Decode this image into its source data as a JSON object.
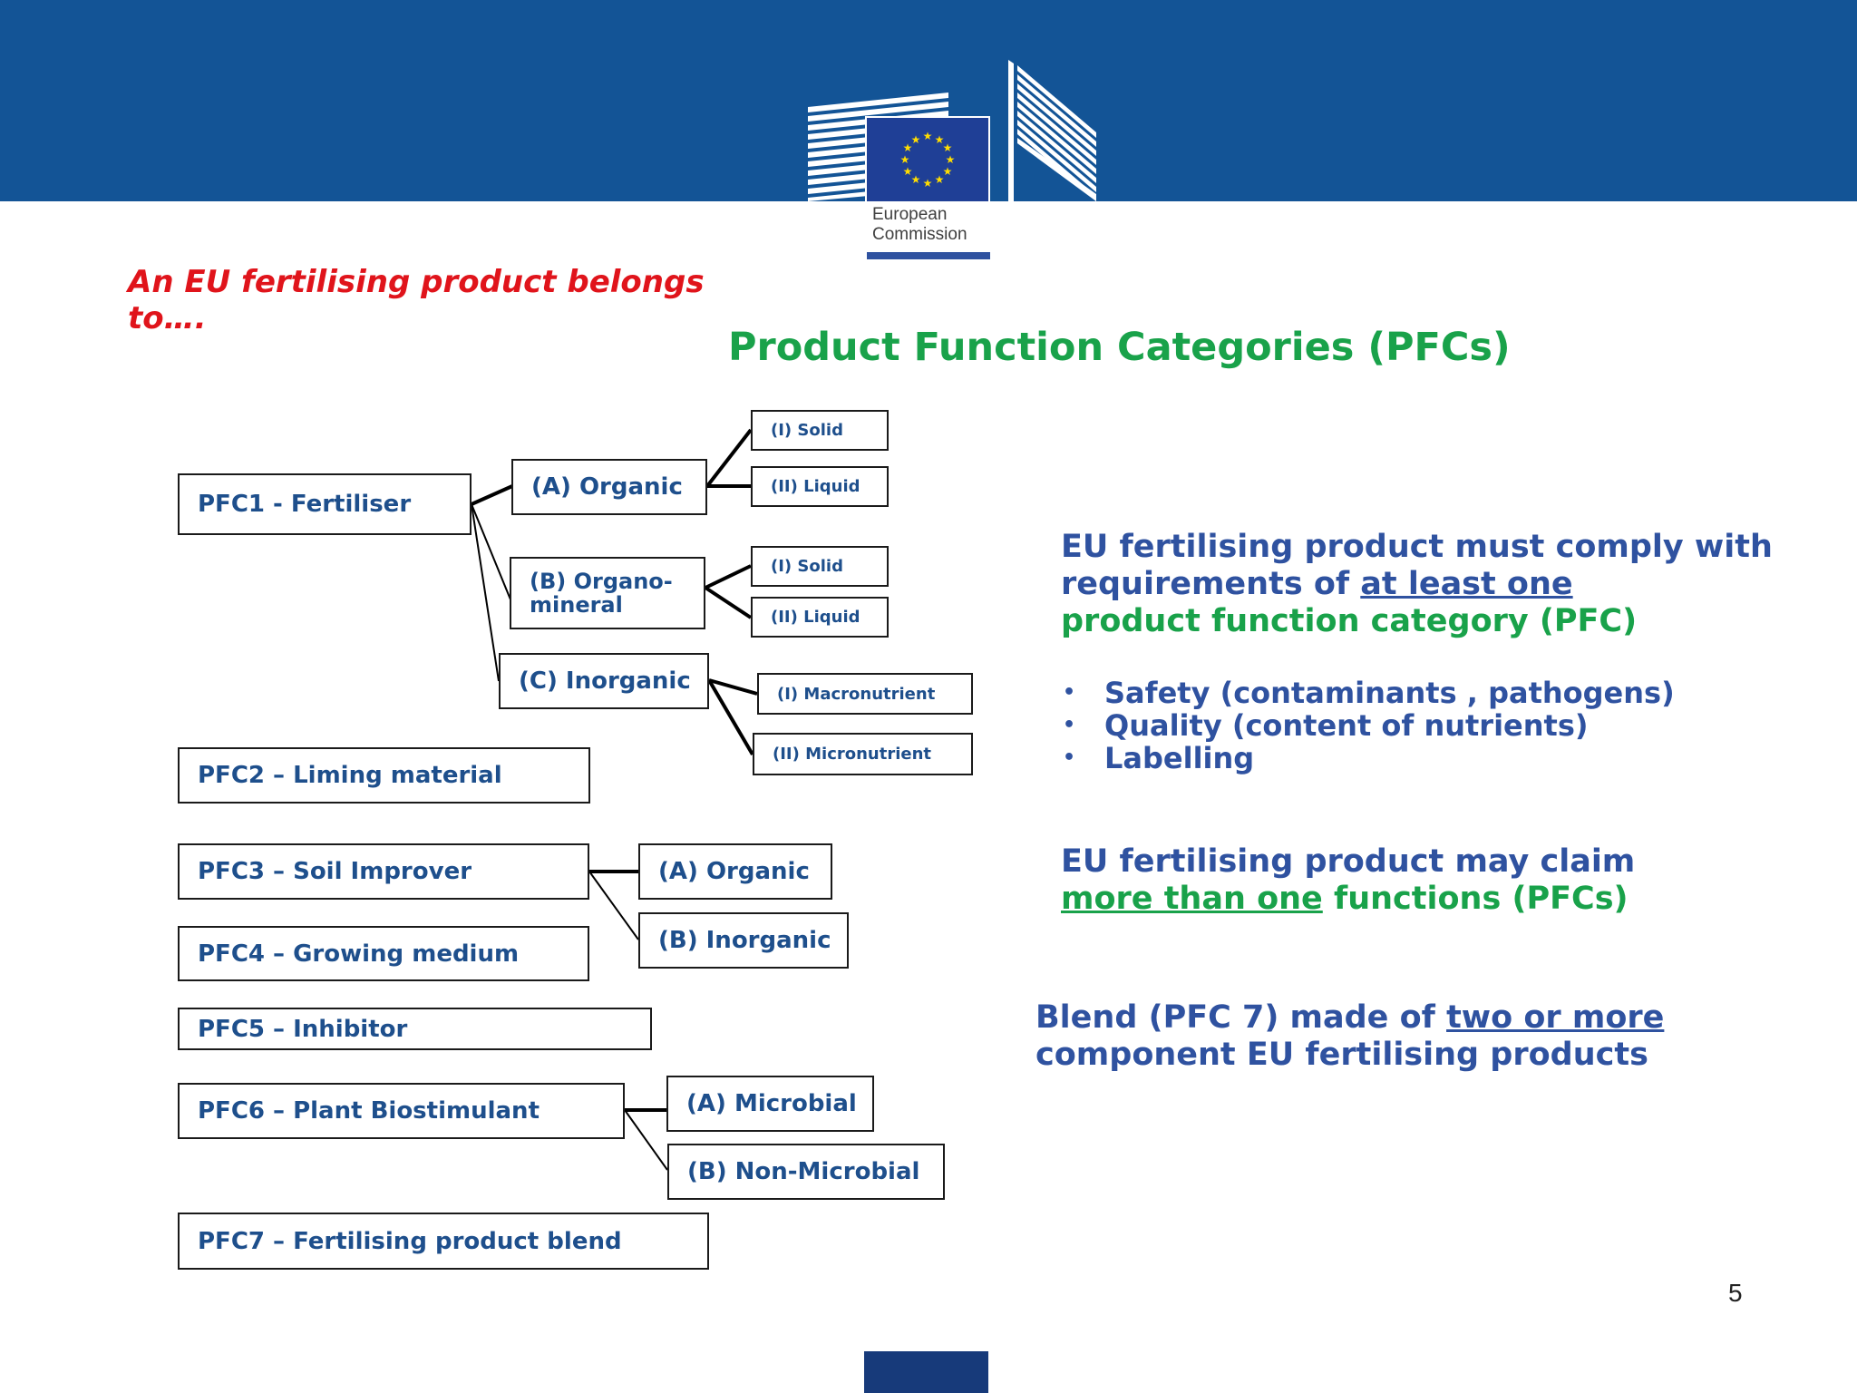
{
  "header": {
    "logo_line1": "European",
    "logo_line2": "Commission",
    "brand_color": "#135496"
  },
  "intro_text": "An EU fertilising product belongs to….",
  "title": "Product Function Categories (PFCs)",
  "pfcs": {
    "pfc1": "PFC1 - Fertiliser",
    "pfc1_a": "(A) Organic",
    "pfc1_a_1": "(I) Solid",
    "pfc1_a_2": "(II) Liquid",
    "pfc1_b": "(B) Organo-mineral",
    "pfc1_b_1": "(I) Solid",
    "pfc1_b_2": "(II) Liquid",
    "pfc1_c": "(C) Inorganic",
    "pfc1_c_1": "(I) Macronutrient",
    "pfc1_c_2": "(II) Micronutrient",
    "pfc2": "PFC2 – Liming material",
    "pfc3": "PFC3 – Soil Improver",
    "pfc3_a": "(A) Organic",
    "pfc3_b": "(B) Inorganic",
    "pfc4": "PFC4 – Growing medium",
    "pfc5": "PFC5 – Inhibitor",
    "pfc6": "PFC6 – Plant Biostimulant",
    "pfc6_a": "(A) Microbial",
    "pfc6_b": "(B) Non-Microbial",
    "pfc7": "PFC7 – Fertilising product blend"
  },
  "comply": {
    "part1": "EU fertilising product must comply with requirements of ",
    "part2": "at least one",
    "part3": "product function category (PFC)"
  },
  "bullets": [
    "Safety (contaminants , pathogens)",
    "Quality (content of nutrients)",
    "Labelling"
  ],
  "claim": {
    "part1": "EU fertilising product may claim",
    "part2": "more than one",
    "part3": " functions (PFCs)"
  },
  "blend": {
    "part1": "Blend (PFC 7) made of ",
    "part2": "two or more",
    "part3": "component EU fertilising products"
  },
  "page_number": "5",
  "colors": {
    "title_green": "#19a24a",
    "text_blue": "#2f52a0",
    "intro_red": "#e0141b",
    "box_text": "#1e4f8c"
  }
}
